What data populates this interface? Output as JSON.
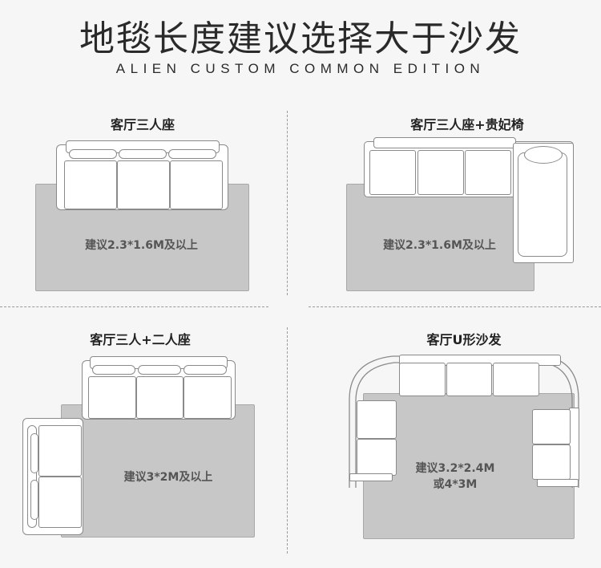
{
  "header": {
    "title": "地毯长度建议选择大于沙发",
    "subtitle": "ALIEN CUSTOM COMMON EDITION"
  },
  "panels": [
    {
      "label": "客厅三人座",
      "recommendation": "建议2.3*1.6M及以上"
    },
    {
      "label": "客厅三人座+贵妃椅",
      "recommendation": "建议2.3*1.6M及以上"
    },
    {
      "label": "客厅三人+二人座",
      "recommendation": "建议3*2M及以上"
    },
    {
      "label": "客厅U形沙发",
      "recommendation_line1": "建议3.2*2.4M",
      "recommendation_line2": "或4*3M"
    }
  ],
  "colors": {
    "background": "#f6f6f6",
    "rug": "#c7c7c7",
    "sofa": "#ffffff",
    "outline": "#8a8a8a"
  }
}
